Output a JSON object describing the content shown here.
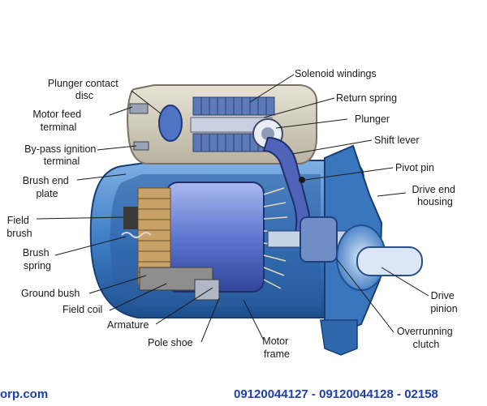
{
  "labels": {
    "plunger_contact_disc": [
      "Plunger contact",
      "disc"
    ],
    "motor_feed_terminal": [
      "Motor feed",
      "terminal"
    ],
    "bypass_ignition_terminal": [
      "By-pass ignition",
      "terminal"
    ],
    "brush_end_plate": [
      "Brush end",
      "plate"
    ],
    "field_brush": [
      "Field",
      "brush"
    ],
    "brush_spring": [
      "Brush",
      "spring"
    ],
    "ground_bush": "Ground bush",
    "field_coil": "Field coil",
    "armature": "Armature",
    "pole_shoe": "Pole shoe",
    "motor_frame": [
      "Motor",
      "frame"
    ],
    "solenoid_windings": "Solenoid windings",
    "return_spring": "Return spring",
    "plunger": "Plunger",
    "shift_lever": "Shift lever",
    "pivot_pin": "Pivot pin",
    "drive_end_housing": [
      "Drive end",
      "housing"
    ],
    "drive_pinion": [
      "Drive",
      "pinion"
    ],
    "overrunning_clutch": [
      "Overrunning",
      "clutch"
    ]
  },
  "footer": {
    "website": "orp.com",
    "phones": "09120044127 - 09120044128 - 02158"
  },
  "colors": {
    "housing": "#4a86c8",
    "housing_dark": "#1f4f8f",
    "cutaway": "#d9d3c3",
    "armature": "#6f86d9",
    "label_text": "#1a1a1a",
    "footer_text": "#1f3fa8"
  }
}
